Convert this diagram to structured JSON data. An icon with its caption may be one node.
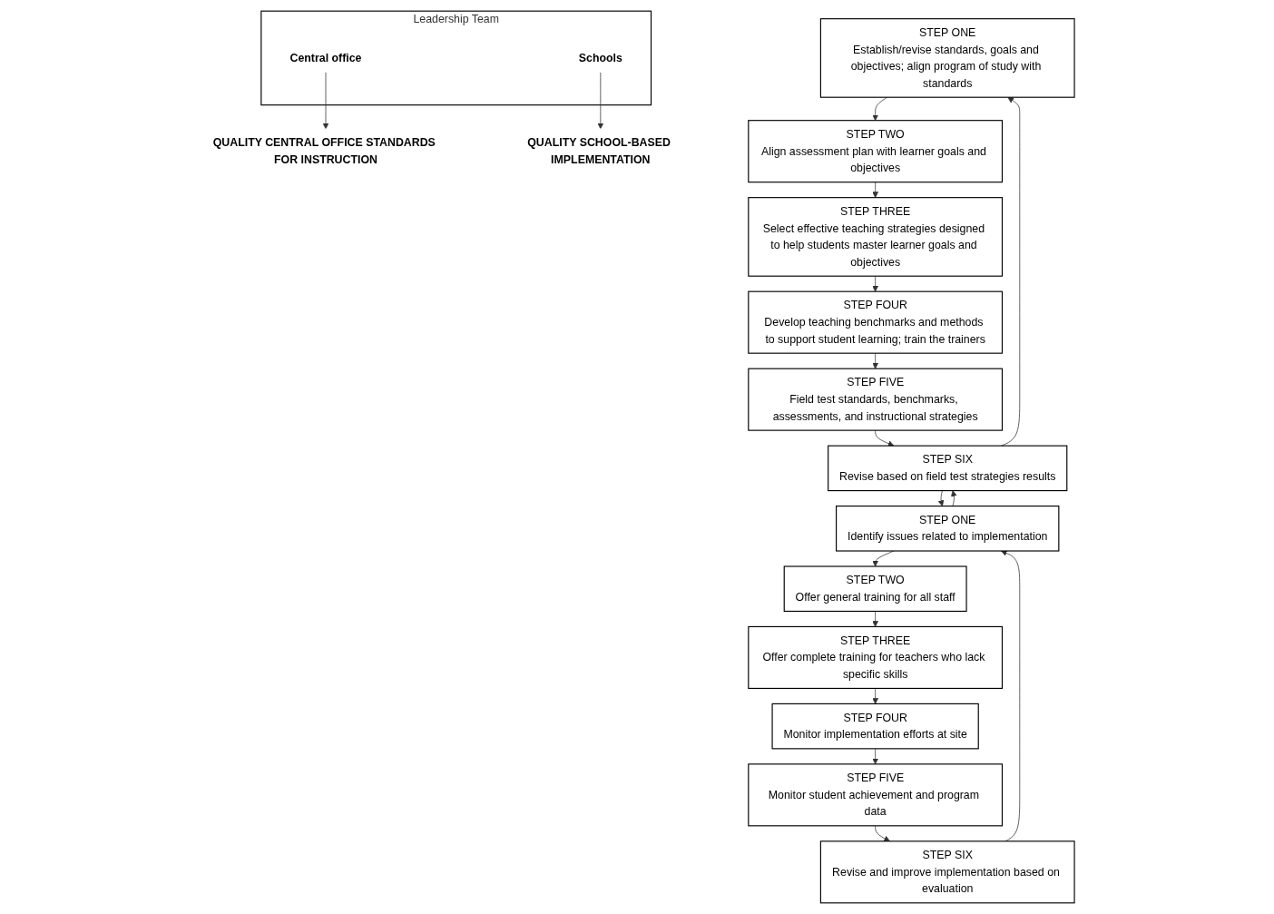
{
  "diagram": {
    "nodes": [
      {
        "text": [
          "Leadership Team"
        ]
      },
      {
        "text": [
          "Central office"
        ],
        "in": 0
      },
      {
        "text": [
          "Schools"
        ],
        "in": 0
      },
      {
        "text": [
          "QUALITY CENTRAL OFFICE STANDARDS FOR INSTRUCTION"
        ]
      },
      {
        "text": [
          "QUALITY SCHOOL-BASED IMPLEMENTATION"
        ]
      },
      {
        "text": [
          "STEP ONE",
          "Establish/revise standards, goals and objectives; align program of study with standards"
        ]
      },
      {
        "text": [
          "STEP TWO",
          "Align assessment plan with learner goals and objectives"
        ]
      },
      {
        "text": [
          "STEP THREE",
          "Select effective teaching strategies designed to help students master learner goals and objectives"
        ]
      },
      {
        "text": [
          "STEP SIX",
          "Revise based on field test strategies results"
        ]
      },
      {
        "text": [
          "STEP FIVE",
          "Field test standards, benchmarks, assessments, and instructional strategies"
        ]
      },
      {
        "text": [
          "STEP FOUR",
          "Develop teaching benchmarks and methods to support student learning; train the trainers"
        ]
      },
      {
        "text": [
          "STEP ONE",
          "Identify issues related to implementation"
        ]
      },
      {
        "text": [
          "STEP TWO",
          "Offer general training for all staff"
        ]
      },
      {
        "text": [
          "STEP THREE",
          "Offer complete training for teachers who lack specific skills"
        ]
      },
      {
        "text": [
          "STEP SIX",
          "Revise and improve implementation based on evaluation"
        ]
      },
      {
        "text": [
          "STEP FIVE",
          "Monitor student achievement and program data"
        ]
      },
      {
        "text": [
          "STEP FOUR",
          "Monitor implementation efforts at site"
        ]
      }
    ],
    "edges": [
      {
        "from": 1,
        "to": 3,
        "arrow": "to"
      },
      {
        "from": 2,
        "to": 4,
        "arrow": "to"
      },
      {
        "from": 5,
        "to": 6,
        "arrow": "to"
      },
      {
        "from": 6,
        "to": 7,
        "arrow": "to"
      },
      {
        "from": 7,
        "to": 10,
        "arrow": "to"
      },
      {
        "from": 10,
        "to": 9,
        "arrow": "to"
      },
      {
        "from": 9,
        "to": 8,
        "arrow": "to"
      },
      {
        "from": 8,
        "to": 5,
        "arrow": "to"
      },
      {
        "from": 11,
        "to": 8,
        "arrow": "to"
      },
      {
        "from": 8,
        "to": 11,
        "arrow": "to"
      },
      {
        "from": 11,
        "to": 12,
        "arrow": "to"
      },
      {
        "from": 12,
        "to": 13,
        "arrow": "to"
      },
      {
        "from": 13,
        "to": 16,
        "arrow": "to"
      },
      {
        "from": 16,
        "to": 15,
        "arrow": "to"
      },
      {
        "from": 15,
        "to": 14,
        "arrow": "to"
      },
      {
        "from": 14,
        "to": 11,
        "arrow": "to"
      }
    ]
  }
}
